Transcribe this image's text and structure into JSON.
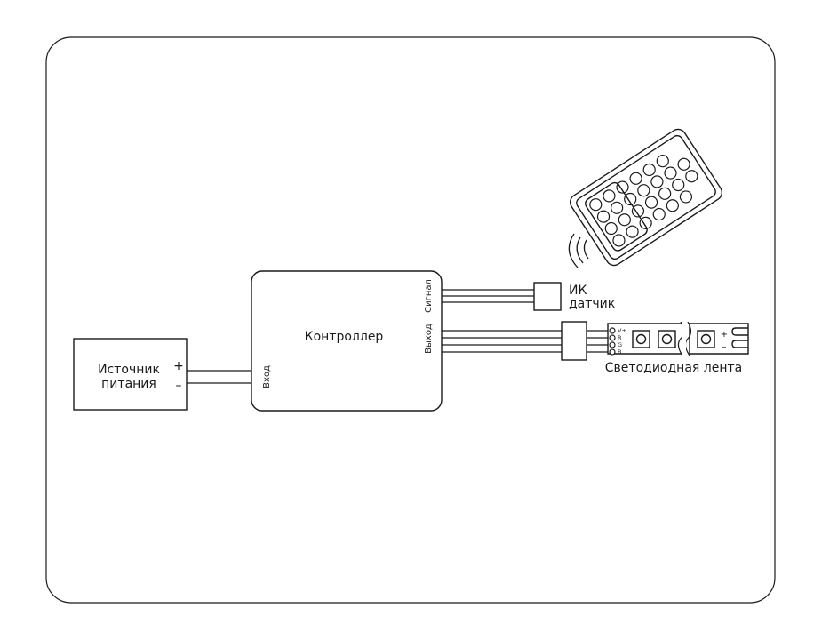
{
  "power_supply": {
    "label_line1": "Источник",
    "label_line2": "питания",
    "plus": "+",
    "minus": "–"
  },
  "controller": {
    "label": "Контроллер",
    "input_label": "Вход",
    "signal_label": "Сигнал",
    "output_label": "Выход"
  },
  "ir_sensor": {
    "label_line1": "ИК",
    "label_line2": "датчик"
  },
  "led_strip": {
    "label": "Светодиодная лента",
    "pins": [
      "V+",
      "R",
      "G",
      "B"
    ],
    "plus": "+",
    "minus": "–"
  }
}
